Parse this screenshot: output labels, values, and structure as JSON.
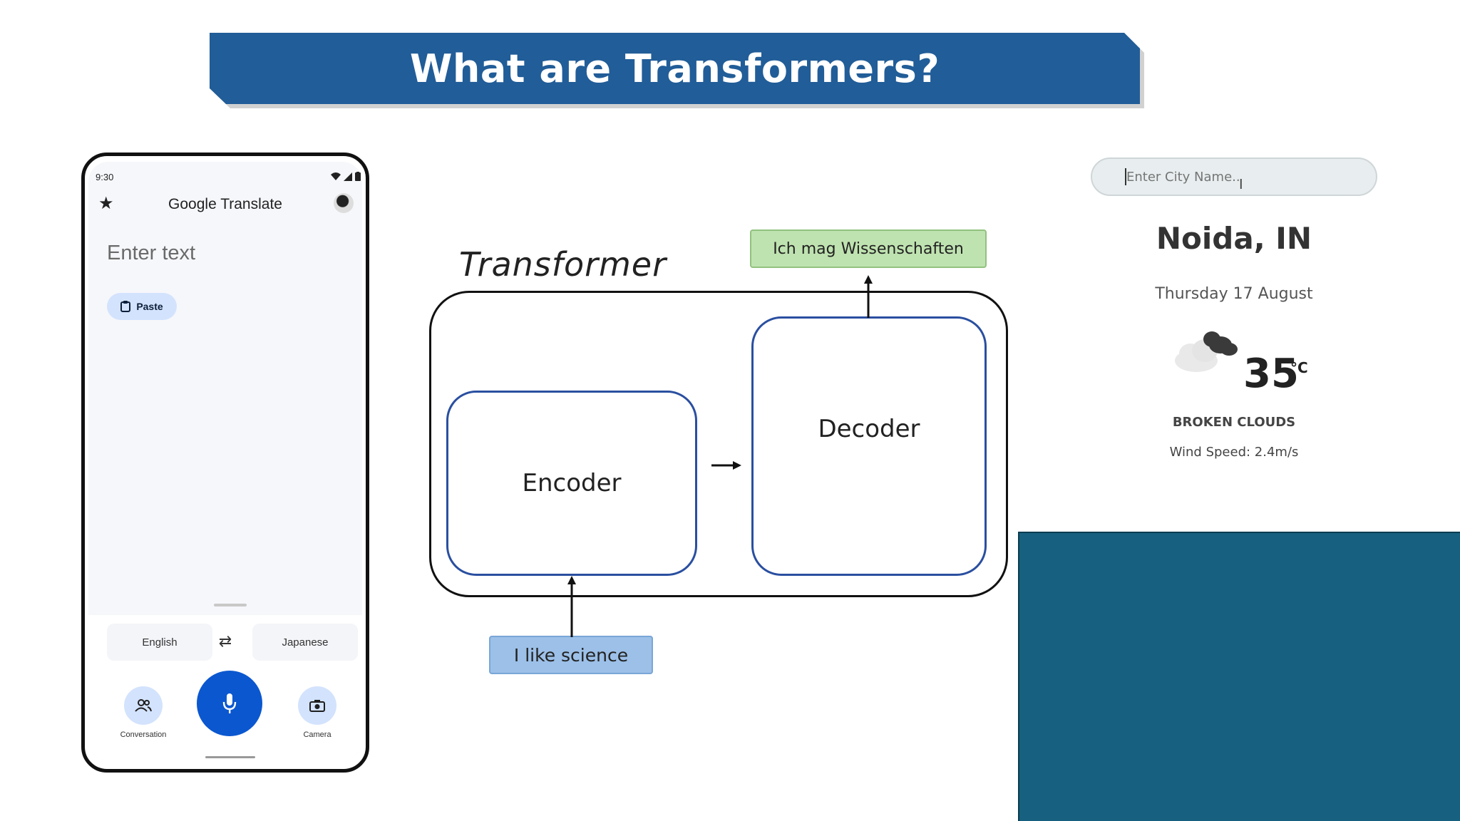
{
  "slide": {
    "title": "What are Transformers?"
  },
  "phone": {
    "status_time": "9:30",
    "app_title": "Google Translate",
    "input_placeholder": "Enter text",
    "paste_label": "Paste",
    "source_language": "English",
    "target_language": "Japanese",
    "conversation_label": "Conversation",
    "camera_label": "Camera",
    "accent_color": "#0b57d0"
  },
  "diagram": {
    "title": "Transformer",
    "encoder_label": "Encoder",
    "decoder_label": "Decoder",
    "input_text": "I like science",
    "output_text": "Ich mag Wissenschaften"
  },
  "weather": {
    "search_placeholder": "Enter City Name..",
    "city": "Noida, IN",
    "date": "Thursday 17 August",
    "temperature": "35",
    "unit": "°C",
    "description": "BROKEN CLOUDS",
    "wind": "Wind Speed: 2.4m/s",
    "icon": "broken-clouds-icon"
  }
}
